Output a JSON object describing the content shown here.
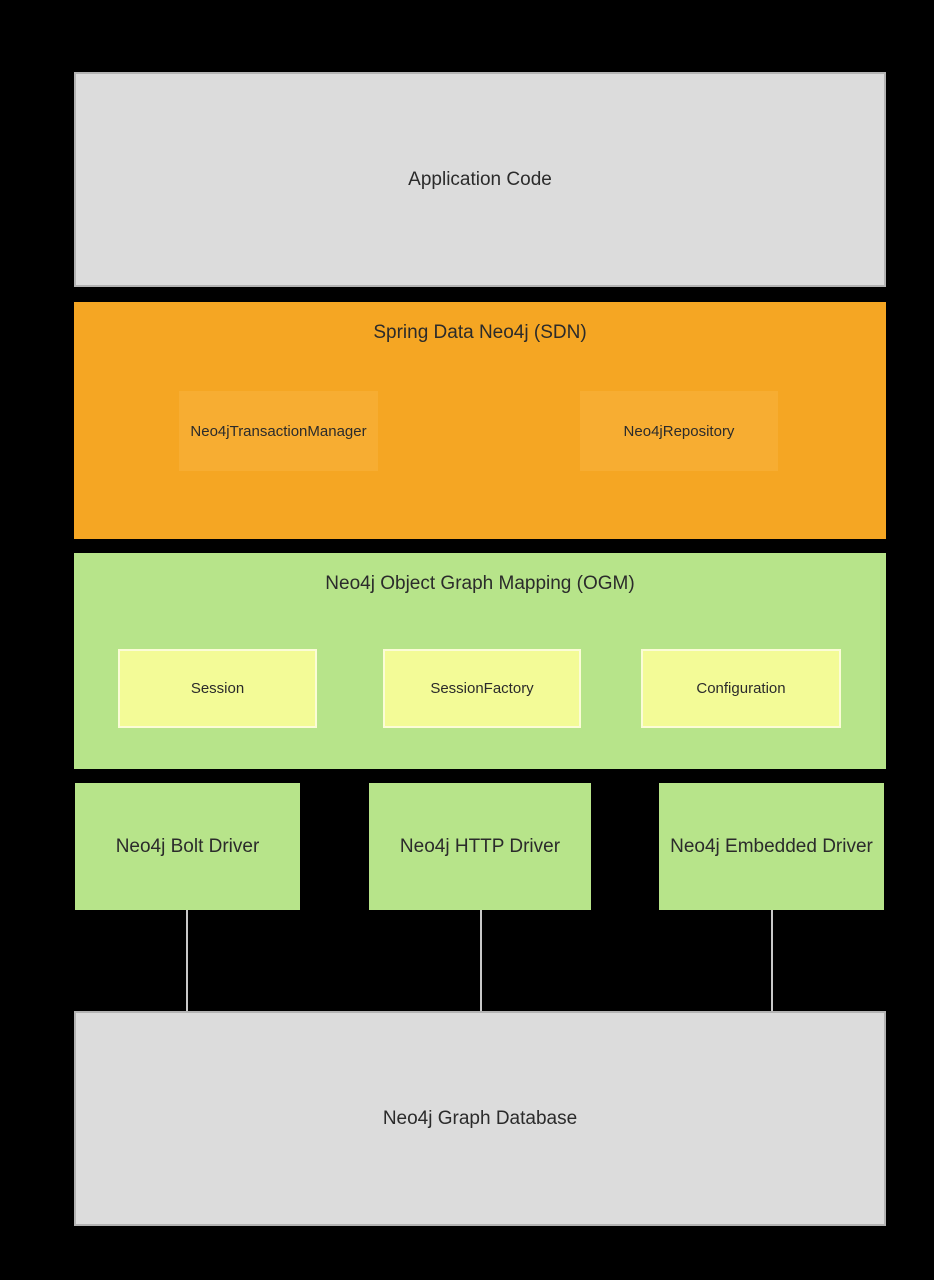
{
  "diagram": {
    "layers": {
      "application": {
        "label": "Application Code"
      },
      "sdn": {
        "title": "Spring Data Neo4j (SDN)",
        "components": [
          {
            "label": "Neo4jTransactionManager"
          },
          {
            "label": "Neo4jRepository"
          }
        ]
      },
      "ogm": {
        "title": "Neo4j Object Graph Mapping (OGM)",
        "components": [
          {
            "label": "Session"
          },
          {
            "label": "SessionFactory"
          },
          {
            "label": "Configuration"
          }
        ]
      },
      "drivers": [
        {
          "label": "Neo4j Bolt Driver"
        },
        {
          "label": "Neo4j HTTP Driver"
        },
        {
          "label": "Neo4j Embedded Driver"
        }
      ],
      "database": {
        "label": "Neo4j Graph Database"
      }
    },
    "colors": {
      "bg": "#000000",
      "box_gray": "#dcdcdc",
      "box_gray_border": "#b3b3b3",
      "orange": "#f5a623",
      "orange_inner": "#f7ad32",
      "green": "#b7e48a",
      "yellow": "#f3fb97",
      "yellow_border": "#fbfcd6",
      "connector": "#c9c9c9",
      "text": "#2b2b2b"
    }
  }
}
